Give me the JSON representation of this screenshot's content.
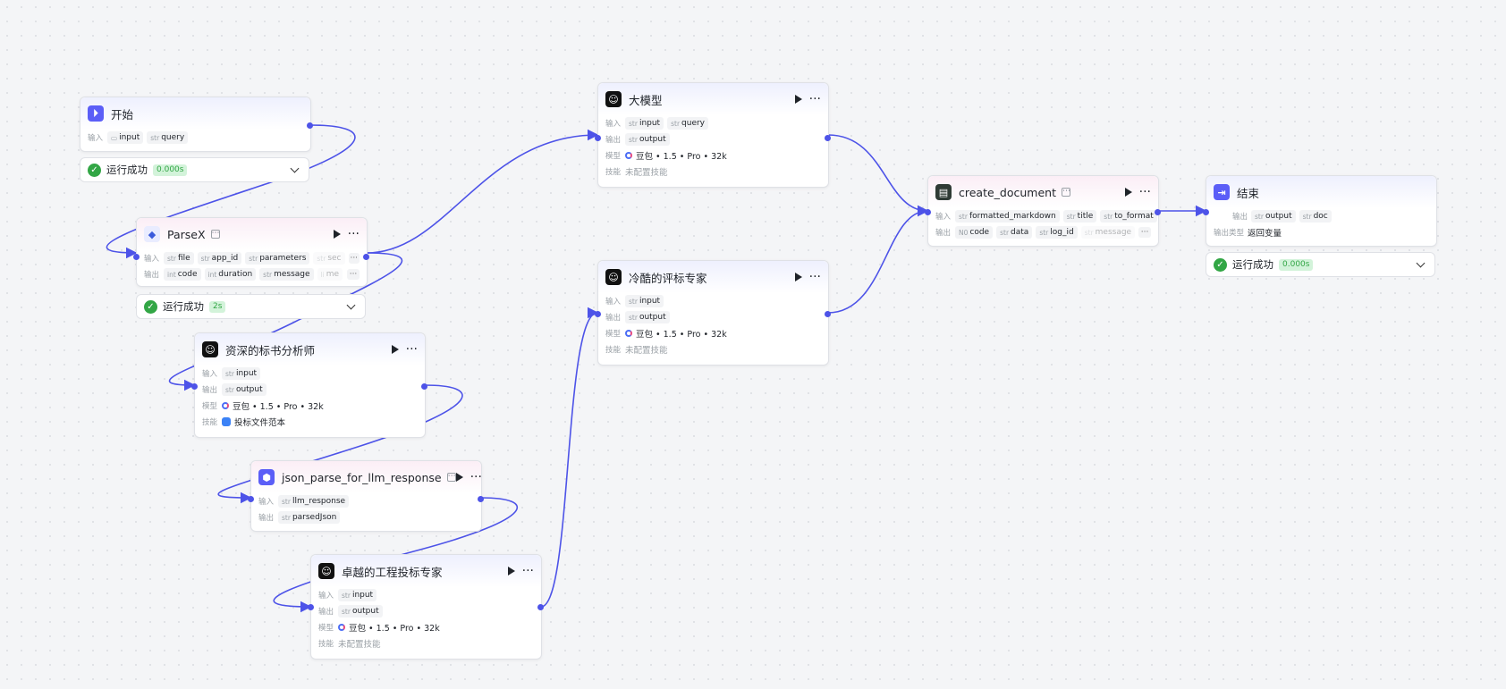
{
  "labels": {
    "input": "输入",
    "output": "输出",
    "model": "模型",
    "skill": "技能",
    "output_type": "输出类型"
  },
  "nodes": {
    "start": {
      "title": "开始",
      "inputs": [
        {
          "type": "",
          "name": "input"
        },
        {
          "type": "str",
          "name": "query"
        }
      ],
      "status": {
        "text": "运行成功",
        "time": "0.000s"
      }
    },
    "parsex": {
      "title": "ParseX",
      "inputs": [
        {
          "type": "str",
          "name": "file"
        },
        {
          "type": "str",
          "name": "app_id"
        },
        {
          "type": "str",
          "name": "parameters"
        },
        {
          "type": "str",
          "name": "sec"
        }
      ],
      "outputs": [
        {
          "type": "int",
          "name": "code"
        },
        {
          "type": "int",
          "name": "duration"
        },
        {
          "type": "str",
          "name": "message"
        },
        {
          "type": "li",
          "name": "me"
        }
      ],
      "more": "···",
      "status": {
        "text": "运行成功",
        "time": "2s"
      }
    },
    "analyst": {
      "title": "资深的标书分析师",
      "inputs": [
        {
          "type": "str",
          "name": "input"
        }
      ],
      "outputs": [
        {
          "type": "str",
          "name": "output"
        }
      ],
      "model": "豆包 • 1.5 • Pro • 32k",
      "skill": "投标文件范本"
    },
    "json_parse": {
      "title": "json_parse_for_llm_response",
      "inputs": [
        {
          "type": "str",
          "name": "llm_response"
        }
      ],
      "outputs": [
        {
          "type": "str",
          "name": "parsedJson"
        }
      ]
    },
    "expert": {
      "title": "卓越的工程投标专家",
      "inputs": [
        {
          "type": "str",
          "name": "input"
        }
      ],
      "outputs": [
        {
          "type": "str",
          "name": "output"
        }
      ],
      "model": "豆包 • 1.5 • Pro • 32k",
      "skill": "未配置技能"
    },
    "llm": {
      "title": "大模型",
      "inputs": [
        {
          "type": "str",
          "name": "input"
        },
        {
          "type": "str",
          "name": "query"
        }
      ],
      "outputs": [
        {
          "type": "str",
          "name": "output"
        }
      ],
      "model": "豆包 • 1.5 • Pro • 32k",
      "skill": "未配置技能"
    },
    "reviewer": {
      "title": "冷酷的评标专家",
      "inputs": [
        {
          "type": "str",
          "name": "input"
        }
      ],
      "outputs": [
        {
          "type": "str",
          "name": "output"
        }
      ],
      "model": "豆包 • 1.5 • Pro • 32k",
      "skill": "未配置技能"
    },
    "create_doc": {
      "title": "create_document",
      "inputs": [
        {
          "type": "str",
          "name": "formatted_markdown"
        },
        {
          "type": "str",
          "name": "title"
        },
        {
          "type": "str",
          "name": "to_format"
        }
      ],
      "outputs": [
        {
          "type": "N0",
          "name": "code"
        },
        {
          "type": "str",
          "name": "data"
        },
        {
          "type": "str",
          "name": "log_id"
        },
        {
          "type": "str",
          "name": "message"
        }
      ],
      "more": "···"
    },
    "end": {
      "title": "结束",
      "outputs": [
        {
          "type": "str",
          "name": "output"
        },
        {
          "type": "str",
          "name": "doc"
        }
      ],
      "output_type": "返回变量",
      "status": {
        "text": "运行成功",
        "time": "0.000s"
      }
    }
  },
  "colors": {
    "edge": "#4d53e8",
    "success": "#32a645",
    "accent": "#5b5ef7"
  }
}
